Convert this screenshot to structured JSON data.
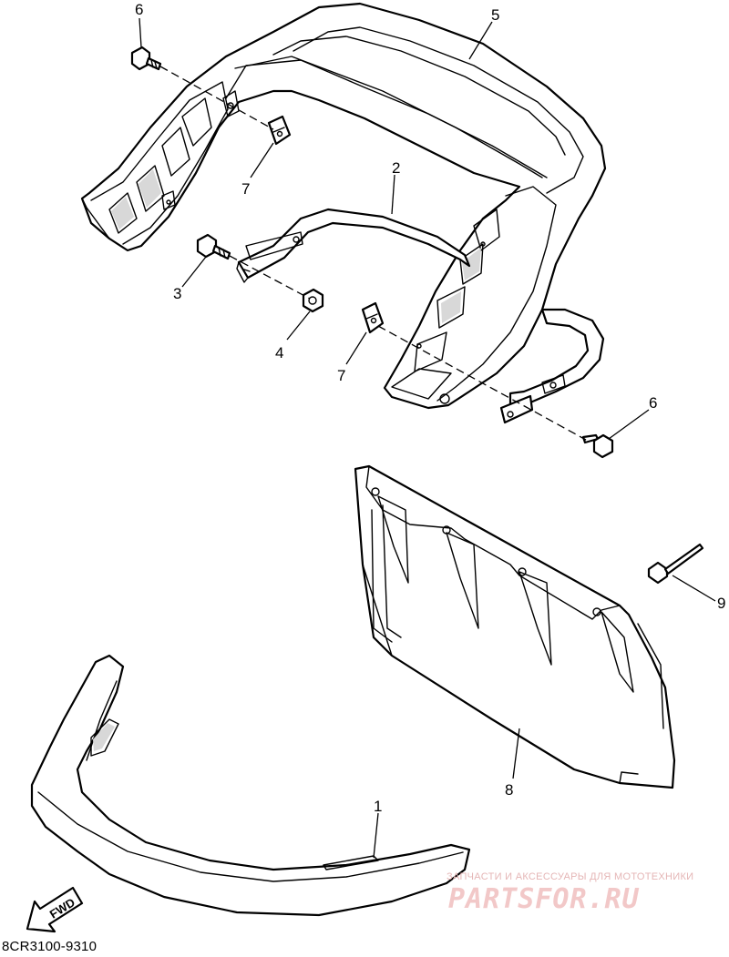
{
  "callouts": {
    "c1": "1",
    "c2": "2",
    "c3": "3",
    "c4": "4",
    "c5": "5",
    "c6a": "6",
    "c6b": "6",
    "c7a": "7",
    "c7b": "7",
    "c8": "8",
    "c9": "9"
  },
  "direction_arrow": {
    "label": "FWD",
    "icon": "fwd-arrow-icon"
  },
  "diagram_code": "8CR3100-9310",
  "watermark": {
    "subtitle": "ЗАПЧАСТИ И АКСЕССУАРЫ ДЛЯ МОТОТЕХНИКИ",
    "logo": "PARTSFOR.RU"
  },
  "colors": {
    "line": "#000000",
    "background": "#ffffff",
    "watermark": "#f2c8c8"
  }
}
